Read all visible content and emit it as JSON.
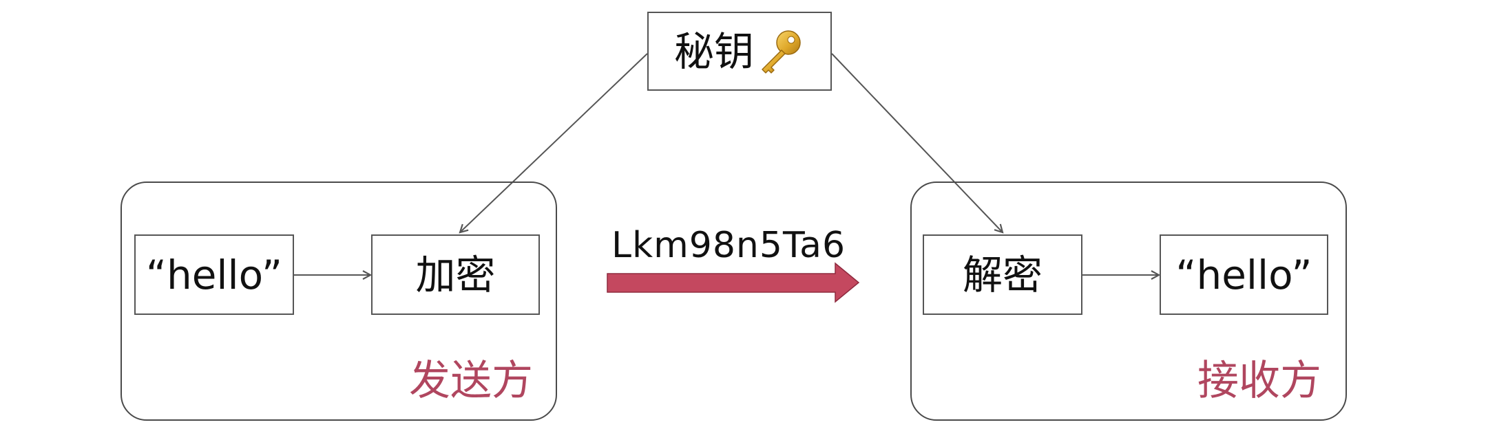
{
  "key": {
    "label": "秘钥",
    "icon": "key-icon"
  },
  "sender": {
    "plaintext": "“hello”",
    "process": "加密",
    "label": "发送方"
  },
  "receiver": {
    "process": "解密",
    "plaintext": "“hello”",
    "label": "接收方"
  },
  "transfer": {
    "ciphertext": "Lkm98n5Ta6"
  },
  "colors": {
    "panel_label": "#b0465f",
    "transfer_arrow": "#c4485f",
    "lines": "#555555"
  }
}
